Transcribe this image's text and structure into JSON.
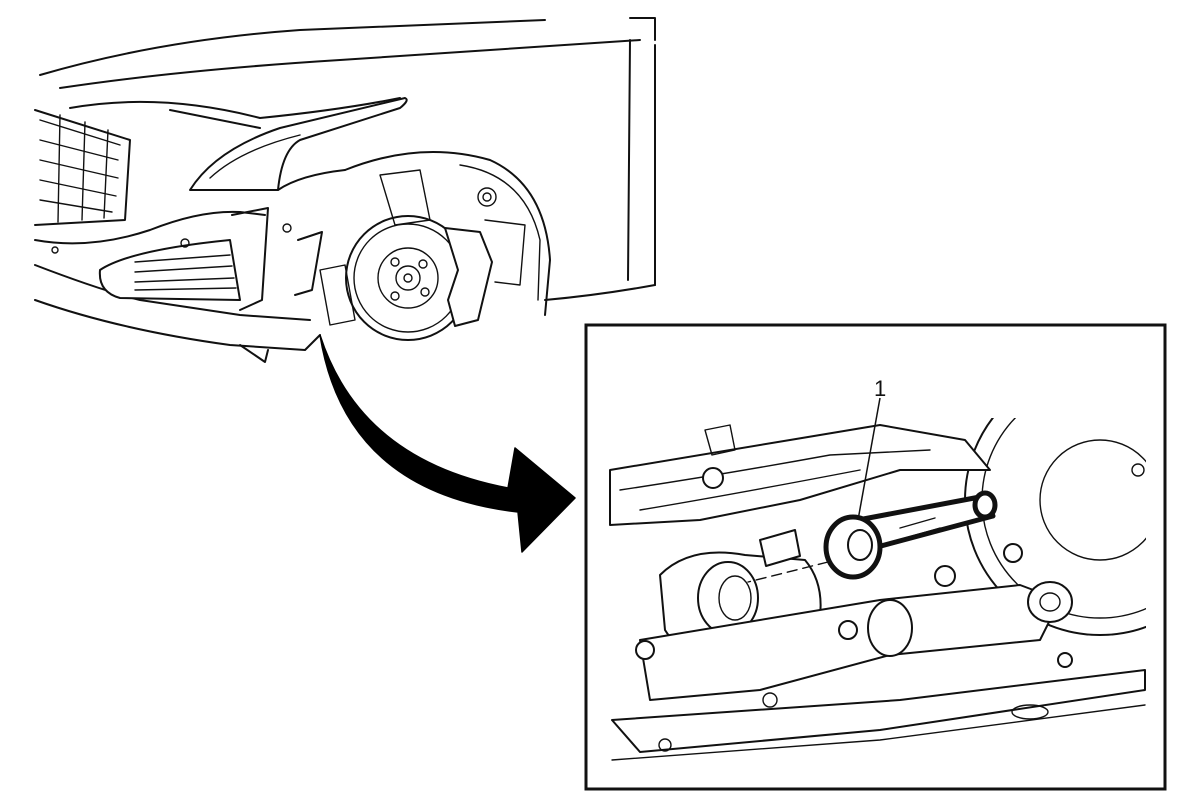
{
  "diagram": {
    "overview": {
      "subject": "vehicle-front-wheel-well-with-brake-rotor"
    },
    "detail": {
      "subject": "front-suspension-control-arm-bushing",
      "callouts": [
        {
          "label": "1",
          "target": "tool-handle"
        }
      ]
    },
    "arrow": {
      "direction": "overview-to-detail",
      "color": "#000000"
    },
    "colors": {
      "line": "#111111",
      "background": "#ffffff",
      "frame": "#111111"
    }
  }
}
